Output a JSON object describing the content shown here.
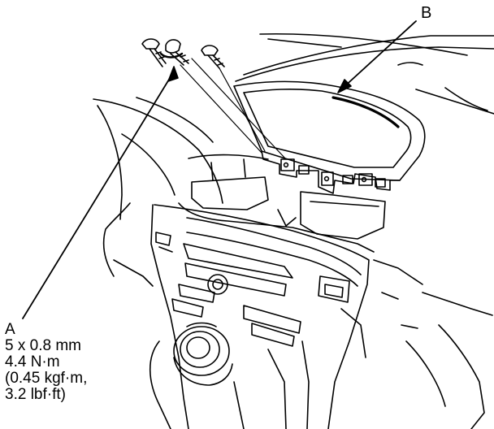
{
  "callouts": {
    "a": {
      "letter": "A",
      "size": "5 x 0.8 mm",
      "torque_nm": "4.4 N·m",
      "torque_kgf": "(0.45 kgf·m,",
      "torque_lbf": "3.2 lbf·ft)"
    },
    "b": {
      "letter": "B"
    }
  },
  "colors": {
    "ink": "#000000",
    "paper": "#ffffff"
  }
}
